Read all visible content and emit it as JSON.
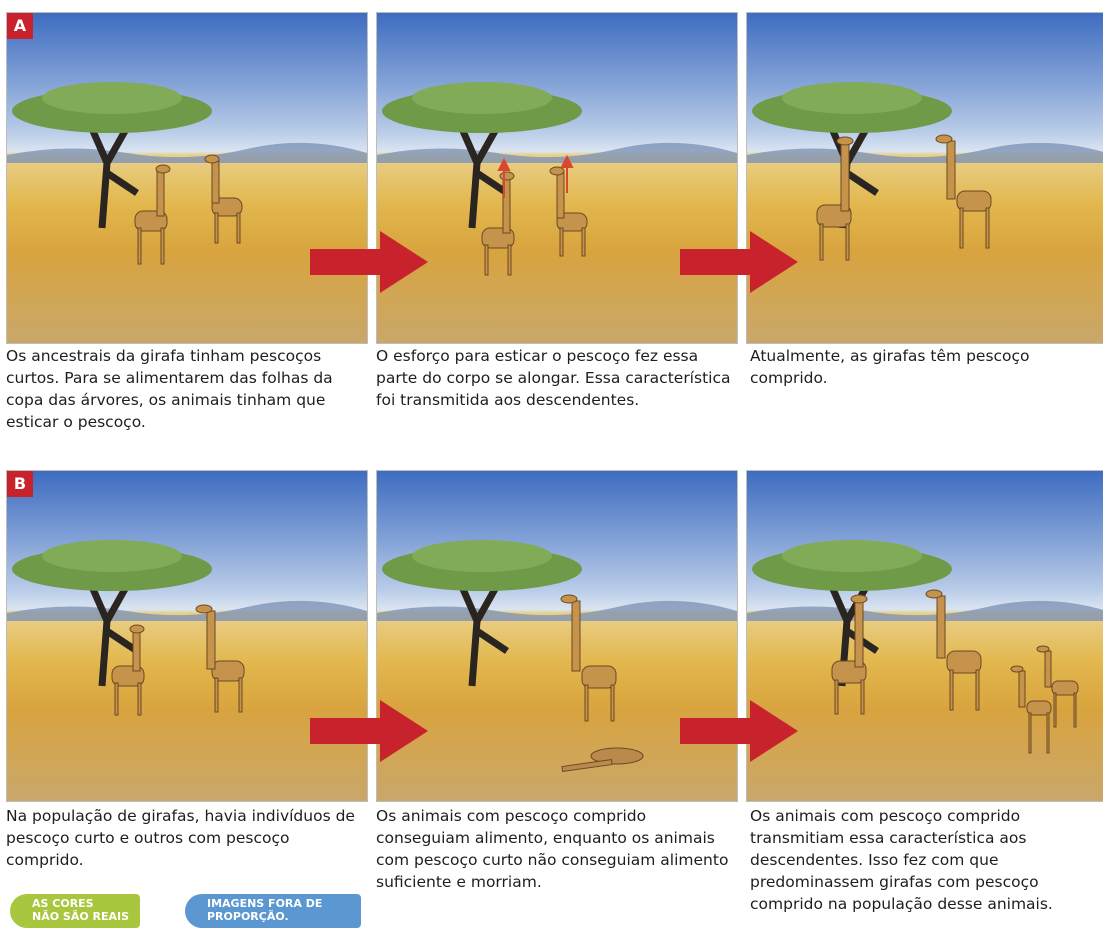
{
  "section_a": {
    "label": "A",
    "captions": [
      "Os ancestrais da girafa tinham pescoços curtos. Para se alimentarem das folhas da copa das árvores, os animais tinham que esticar o pescoço.",
      "O esforço para esticar o pescoço fez essa parte do corpo se alongar. Essa característica foi transmitida aos descendentes.",
      "Atualmente, as girafas têm pescoço comprido."
    ]
  },
  "section_b": {
    "label": "B",
    "captions": [
      "Na população de girafas, havia indivíduos de pescoço curto e outros com pescoço comprido.",
      "Os animais com pescoço comprido conseguiam alimento, enquanto os animais com pescoço curto não conseguiam alimento suficiente e morriam.",
      "Os animais com pescoço comprido transmitiam essa característica aos descendentes. Isso fez com que predominassem girafas com pescoço comprido na população desse animais."
    ]
  },
  "badges": {
    "colors_line1": "AS CORES",
    "colors_line2": "NÃO SÃO REAIS",
    "scale_line1": "IMAGENS FORA DE",
    "scale_line2": "PROPORÇÃO."
  },
  "colors": {
    "arrow": "#c8232c",
    "label": "#c8232c",
    "badge_green": "#a8c63e",
    "badge_blue": "#5b97d0"
  }
}
